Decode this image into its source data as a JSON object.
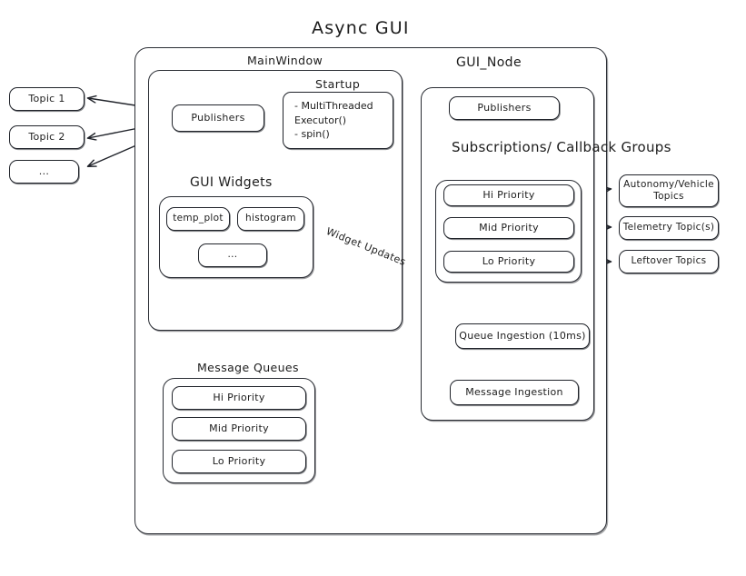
{
  "diagram": {
    "title": "Async  GUI",
    "background": "#ffffff",
    "stroke": "#20232a"
  },
  "external_topics": {
    "left": [
      {
        "label": "Topic 1"
      },
      {
        "label": "Topic 2"
      },
      {
        "label": "..."
      }
    ],
    "right": [
      {
        "label": "Autonomy/Vehicle\nTopics"
      },
      {
        "label": "Telemetry Topic(s)"
      },
      {
        "label": "Leftover Topics"
      }
    ]
  },
  "main_window": {
    "title": "MainWindow",
    "publishers": {
      "label": "Publishers"
    },
    "startup": {
      "title": "Startup",
      "items": "- MultiThreaded\n  Executor()\n- spin()"
    },
    "gui_widgets": {
      "title": "GUI Widgets",
      "widgets": [
        {
          "label": "temp_plot"
        },
        {
          "label": "histogram"
        },
        {
          "label": "..."
        }
      ]
    },
    "message_queues": {
      "title": "Message Queues",
      "queues": [
        {
          "label": "Hi Priority"
        },
        {
          "label": "Mid Priority"
        },
        {
          "label": "Lo Priority"
        }
      ]
    }
  },
  "gui_node": {
    "title": "GUI_Node",
    "publishers": {
      "label": "Publishers"
    },
    "subscriptions": {
      "title": "Subscriptions/\nCallback Groups",
      "groups": [
        {
          "label": "Hi Priority"
        },
        {
          "label": "Mid Priority"
        },
        {
          "label": "Lo Priority"
        }
      ]
    },
    "queue_ingestion": {
      "label": "Queue Ingestion (10ms)"
    },
    "message_ingestion": {
      "label": "Message Ingestion"
    }
  },
  "edges": {
    "widget_updates_label": "Widget Updates"
  }
}
